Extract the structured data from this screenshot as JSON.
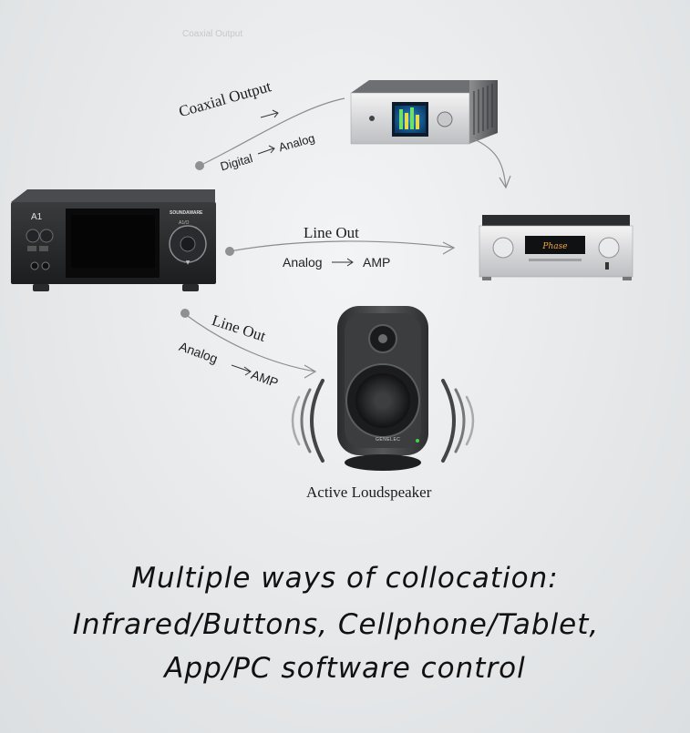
{
  "watermark": "Coaxial Output",
  "coaxial": {
    "title": "Coaxial Output",
    "from": "Digital",
    "to": "Analog"
  },
  "line_out_amp": {
    "title": "Line Out",
    "from": "Analog",
    "to": "AMP"
  },
  "line_out_speaker": {
    "title": "Line Out",
    "from": "Analog",
    "to": "AMP"
  },
  "source_device": {
    "model_label": "A1",
    "brand_label": "SOUNDAWARE",
    "sub_label": "A1/O"
  },
  "speaker": {
    "caption": "Active Loudspeaker",
    "brand": "GENELEC"
  },
  "tagline": [
    "Multiple ways of collocation:",
    "Infrared/Buttons, Cellphone/Tablet,",
    "App/PC software control"
  ]
}
